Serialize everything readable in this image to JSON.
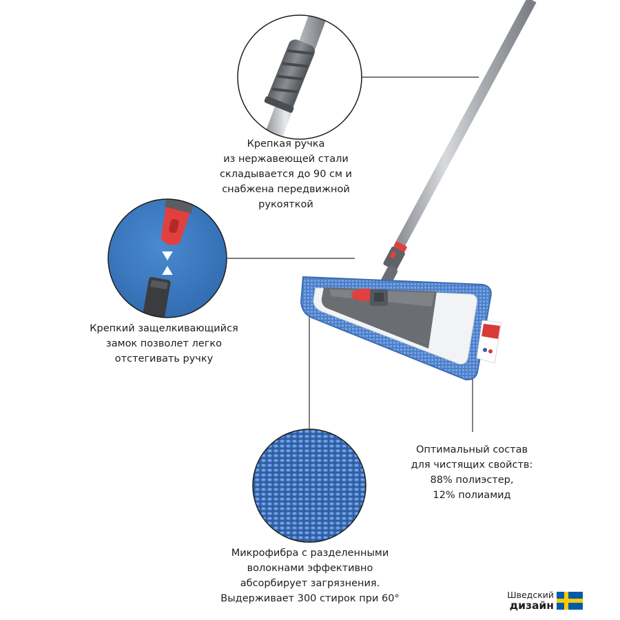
{
  "callouts": {
    "handle": {
      "lines": [
        "Крепкая ручка",
        "из нержавеющей стали",
        "складывается до 90 см и",
        "снабжена передвижной",
        "рукояткой"
      ]
    },
    "lock": {
      "lines": [
        "Крепкий защелкивающийся",
        "замок позволет легко",
        "отстегивать ручку"
      ]
    },
    "composition": {
      "lines": [
        "Оптимальный состав",
        "для чистящих свойств:",
        "88% полиэстер,",
        "12% полиамид"
      ]
    },
    "microfiber": {
      "lines": [
        "Микрофибра с разделенными",
        "волокнами эффективно",
        "абсорбирует загрязнения.",
        "Выдерживает 300 стирок при 60°"
      ]
    }
  },
  "badge": {
    "line1": "Шведский",
    "line2": "дизайн",
    "flag_blue": "#005baa",
    "flag_yellow": "#fecb00"
  },
  "colors": {
    "microfiber_blue": "#3a6fb8",
    "lock_background": "#3a79be",
    "accent_red": "#e2403e",
    "handle_steel": "#b9bdc2",
    "mop_plate": "#6a6d72"
  }
}
